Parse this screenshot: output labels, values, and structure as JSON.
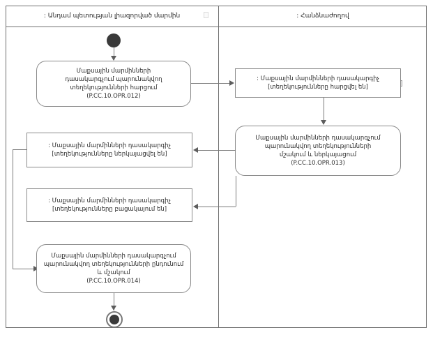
{
  "diagram": {
    "type": "uml-activity-diagram",
    "title": "",
    "swimlanes": [
      {
        "id": "member-state-authority",
        "label": ": Անդամ պետության լիազորված մարմին"
      },
      {
        "id": "commission",
        "label": ": Հանձնաժողով"
      }
    ],
    "nodes": [
      {
        "id": "initial",
        "kind": "initial-node",
        "lane": "member-state-authority",
        "label": ""
      },
      {
        "id": "opr-012",
        "kind": "action",
        "lane": "member-state-authority",
        "lines": [
          "Մաքսային մարմինների",
          "դասակարգչում պարունակվող",
          "տեղեկությունների հարցում",
          "(P.CC.10.OPR.012)"
        ]
      },
      {
        "id": "obj-requested",
        "kind": "object",
        "lane": "commission",
        "lines": [
          ": Մաքսային մարմինների դասակարգիչ",
          "[տեղեկությունները հարցվել են]"
        ]
      },
      {
        "id": "opr-013",
        "kind": "action",
        "lane": "commission",
        "lines": [
          "Մաքսային մարմինների դասակարգչում",
          "պարունակվող տեղեկությունների",
          "մշակում և ներկայացում",
          "(P.CC.10.OPR.013)"
        ]
      },
      {
        "id": "obj-presented",
        "kind": "object",
        "lane": "member-state-authority",
        "lines": [
          ": Մաքսային մարմինների դասակարգիչ",
          "[տեղեկությունները ներկայացվել են]"
        ]
      },
      {
        "id": "obj-absent",
        "kind": "object",
        "lane": "member-state-authority",
        "lines": [
          ": Մաքսային մարմինների դասակարգիչ",
          "[տեղեկությունները բացակայում են]"
        ]
      },
      {
        "id": "opr-014",
        "kind": "action",
        "lane": "member-state-authority",
        "lines": [
          "Մաքսային մարմինների դասակարգչում",
          "պարունակվող տեղեկությունների ընդունում",
          "և մշակում",
          "(P.CC.10.OPR.014)"
        ]
      },
      {
        "id": "final",
        "kind": "final-node",
        "lane": "member-state-authority",
        "label": ""
      }
    ],
    "edges": [
      {
        "from": "initial",
        "to": "opr-012",
        "label": ""
      },
      {
        "from": "opr-012",
        "to": "obj-requested",
        "label": ""
      },
      {
        "from": "obj-requested",
        "to": "opr-013",
        "label": ""
      },
      {
        "from": "opr-013",
        "to": "obj-presented",
        "label": ""
      },
      {
        "from": "opr-013",
        "to": "obj-absent",
        "label": ""
      },
      {
        "from": "obj-presented",
        "to": "opr-014",
        "label": ""
      },
      {
        "from": "opr-014",
        "to": "final",
        "label": ""
      }
    ],
    "colors": {
      "frame_border": "#6f6f6f",
      "node_border": "#8a8a8a",
      "edge": "#7a7a7a",
      "node_fill": "#ffffff",
      "control_node_fill": "#3a3a3a",
      "text": "#2b2b2b",
      "background": "#ffffff"
    }
  }
}
